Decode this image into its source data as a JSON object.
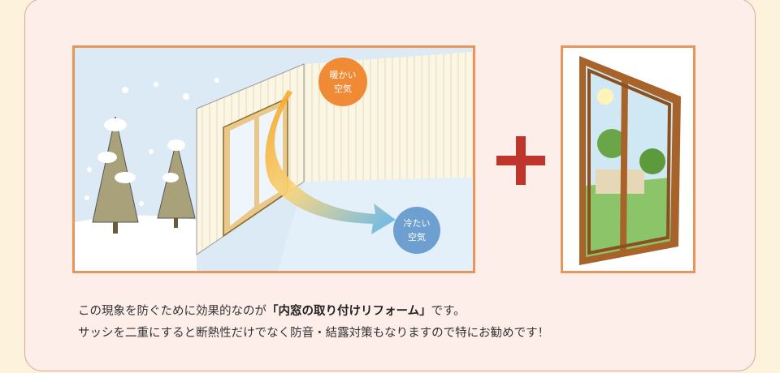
{
  "bubbles": {
    "warm_air": "暖かい\n空気",
    "cold_air": "冷たい\n空気"
  },
  "caption": {
    "line1_before": "この現象を防ぐために効果的なのが",
    "line1_emphasis": "「内窓の取り付けリフォーム」",
    "line1_after": "です。",
    "line2": "サッシを二重にすると断熱性だけでなく防音・結露対策もなりますので特にお勧めです！"
  },
  "colors": {
    "panel_border": "#e8945a",
    "plus_sign": "#c0352b",
    "warm_bubble": "#f08a34",
    "cold_bubble": "#6e9fd1"
  }
}
